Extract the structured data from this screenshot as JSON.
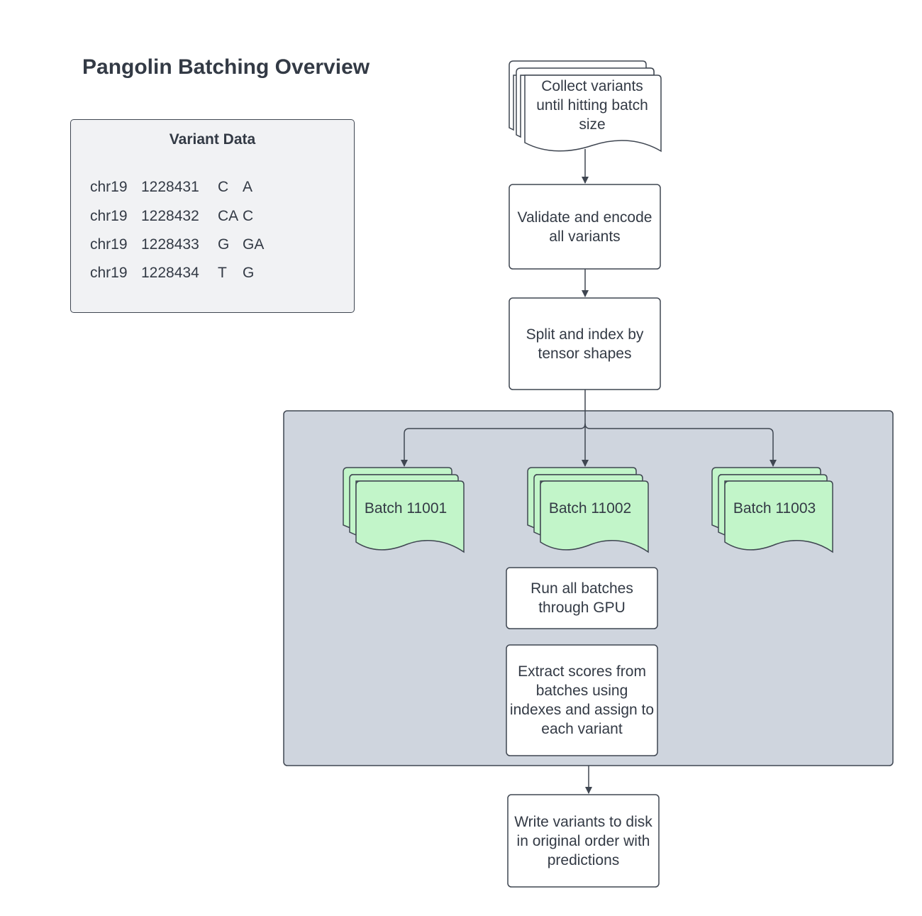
{
  "title": "Pangolin Batching Overview",
  "variant_panel": {
    "title": "Variant Data",
    "rows": [
      {
        "chrom": "chr19",
        "pos": "1228431",
        "ref": "C",
        "alt": "A"
      },
      {
        "chrom": "chr19",
        "pos": "1228432",
        "ref": "CA",
        "alt": "C"
      },
      {
        "chrom": "chr19",
        "pos": "1228433",
        "ref": "G",
        "alt": "GA"
      },
      {
        "chrom": "chr19",
        "pos": "1228434",
        "ref": "T",
        "alt": "G"
      }
    ]
  },
  "steps": {
    "collect": "Collect variants until hitting batch size",
    "validate": "Validate and encode all variants",
    "split": "Split and index by tensor shapes",
    "run": "Run all batches through GPU",
    "extract": "Extract scores from batches using indexes and assign to each variant",
    "write": "Write variants to disk in original order with predictions"
  },
  "batches": [
    "Batch 11001",
    "Batch 11002",
    "Batch 11003"
  ],
  "colors": {
    "stroke": "#3f4651",
    "text": "#333a45",
    "panel_fill": "#f1f2f4",
    "group_fill": "#cfd5de",
    "batch_fill": "#c2f5c9",
    "box_fill": "#ffffff"
  }
}
